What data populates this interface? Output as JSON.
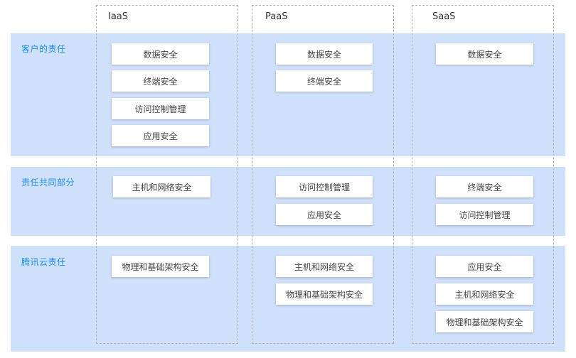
{
  "columns": [
    {
      "name": "IaaS"
    },
    {
      "name": "PaaS"
    },
    {
      "name": "SaaS"
    }
  ],
  "rows": [
    {
      "label": "客户的责任"
    },
    {
      "label": "责任共同部分"
    },
    {
      "label": "腾讯云责任"
    }
  ],
  "cells": {
    "customer": {
      "iaas": [
        "数据安全",
        "终端安全",
        "访问控制管理",
        "应用安全"
      ],
      "paas": [
        "数据安全",
        "终端安全"
      ],
      "saas": [
        "数据安全"
      ]
    },
    "shared": {
      "iaas": [
        "主机和网络安全"
      ],
      "paas": [
        "访问控制管理",
        "应用安全"
      ],
      "saas": [
        "终端安全",
        "访问控制管理"
      ]
    },
    "provider": {
      "iaas": [
        "物理和基础架构安全"
      ],
      "paas": [
        "主机和网络安全",
        "物理和基础架构安全"
      ],
      "saas": [
        "应用安全",
        "主机和网络安全",
        "物理和基础架构安全"
      ]
    }
  },
  "colors": {
    "band": "#cfe0fb",
    "row_label": "#1e8fe6",
    "column_border": "#b3b3b3"
  }
}
